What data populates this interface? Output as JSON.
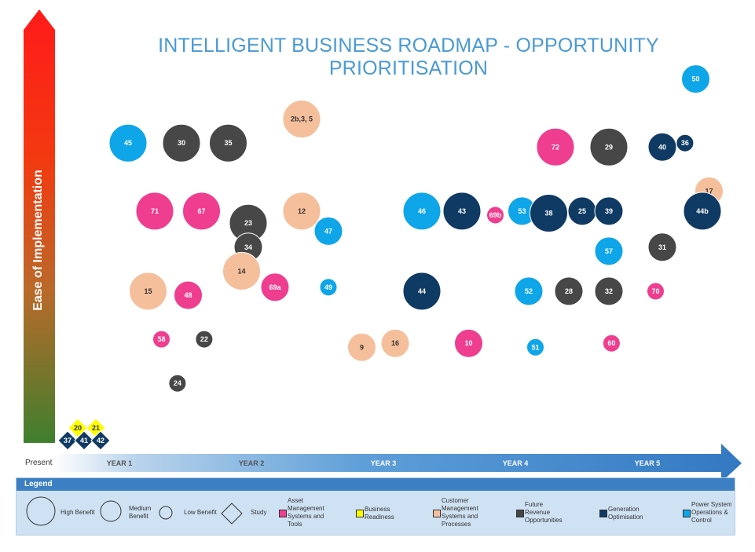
{
  "title": "INTELLIGENT BUSINESS ROADMAP - OPPORTUNITY PRIORITISATION",
  "y_axis_label": "Ease of Implementation",
  "x_axis": {
    "present_label": "Present",
    "years": [
      "YEAR 1",
      "YEAR 2",
      "YEAR 3",
      "YEAR 4",
      "YEAR 5"
    ]
  },
  "colors": {
    "asset_management": "#ef3d8f",
    "business_readiness": "#ffff00",
    "customer_management": "#f5bf9c",
    "future_revenue": "#474747",
    "generation_optimisation": "#0f3a63",
    "power_system": "#0ea5e9"
  },
  "chart_data": {
    "type": "scatter",
    "bubbles": [
      {
        "label": "45",
        "year": 1.0,
        "ease": 7.8,
        "benefit": "high",
        "category": "power_system"
      },
      {
        "label": "30",
        "year": 1.4,
        "ease": 7.8,
        "benefit": "high",
        "category": "future_revenue"
      },
      {
        "label": "35",
        "year": 1.75,
        "ease": 7.8,
        "benefit": "high",
        "category": "future_revenue"
      },
      {
        "label": "2b,3, 5",
        "year": 2.3,
        "ease": 8.4,
        "benefit": "high",
        "category": "customer_management"
      },
      {
        "label": "50",
        "year": 5.25,
        "ease": 9.4,
        "benefit": "medium",
        "category": "power_system"
      },
      {
        "label": "72",
        "year": 4.2,
        "ease": 7.7,
        "benefit": "high",
        "category": "asset_management"
      },
      {
        "label": "29",
        "year": 4.6,
        "ease": 7.7,
        "benefit": "high",
        "category": "future_revenue"
      },
      {
        "label": "40",
        "year": 5.0,
        "ease": 7.7,
        "benefit": "medium",
        "category": "generation_optimisation"
      },
      {
        "label": "36",
        "year": 5.17,
        "ease": 7.8,
        "benefit": "low",
        "category": "generation_optimisation"
      },
      {
        "label": "17",
        "year": 5.35,
        "ease": 6.6,
        "benefit": "medium",
        "category": "customer_management"
      },
      {
        "label": "71",
        "year": 1.2,
        "ease": 6.1,
        "benefit": "high",
        "category": "asset_management"
      },
      {
        "label": "67",
        "year": 1.55,
        "ease": 6.1,
        "benefit": "high",
        "category": "asset_management"
      },
      {
        "label": "23",
        "year": 1.9,
        "ease": 5.8,
        "benefit": "high",
        "category": "future_revenue"
      },
      {
        "label": "12",
        "year": 2.3,
        "ease": 6.1,
        "benefit": "high",
        "category": "customer_management"
      },
      {
        "label": "47",
        "year": 2.5,
        "ease": 5.6,
        "benefit": "medium",
        "category": "power_system"
      },
      {
        "label": "34",
        "year": 1.9,
        "ease": 5.2,
        "benefit": "medium",
        "category": "future_revenue"
      },
      {
        "label": "46",
        "year": 3.2,
        "ease": 6.1,
        "benefit": "high",
        "category": "power_system"
      },
      {
        "label": "43",
        "year": 3.5,
        "ease": 6.1,
        "benefit": "high",
        "category": "generation_optimisation"
      },
      {
        "label": "69b",
        "year": 3.75,
        "ease": 6.0,
        "benefit": "low",
        "category": "asset_management"
      },
      {
        "label": "53",
        "year": 3.95,
        "ease": 6.1,
        "benefit": "medium",
        "category": "power_system"
      },
      {
        "label": "38",
        "year": 4.15,
        "ease": 6.05,
        "benefit": "high",
        "category": "generation_optimisation"
      },
      {
        "label": "25",
        "year": 4.4,
        "ease": 6.1,
        "benefit": "medium",
        "category": "generation_optimisation"
      },
      {
        "label": "39",
        "year": 4.6,
        "ease": 6.1,
        "benefit": "medium",
        "category": "generation_optimisation"
      },
      {
        "label": "44b",
        "year": 5.3,
        "ease": 6.1,
        "benefit": "high",
        "category": "generation_optimisation"
      },
      {
        "label": "57",
        "year": 4.6,
        "ease": 5.1,
        "benefit": "medium",
        "category": "power_system"
      },
      {
        "label": "31",
        "year": 5.0,
        "ease": 5.2,
        "benefit": "medium",
        "category": "future_revenue"
      },
      {
        "label": "14",
        "year": 1.85,
        "ease": 4.6,
        "benefit": "high",
        "category": "customer_management"
      },
      {
        "label": "15",
        "year": 1.15,
        "ease": 4.1,
        "benefit": "high",
        "category": "customer_management"
      },
      {
        "label": "48",
        "year": 1.45,
        "ease": 4.0,
        "benefit": "medium",
        "category": "asset_management"
      },
      {
        "label": "69a",
        "year": 2.1,
        "ease": 4.2,
        "benefit": "medium",
        "category": "asset_management"
      },
      {
        "label": "49",
        "year": 2.5,
        "ease": 4.2,
        "benefit": "low",
        "category": "power_system"
      },
      {
        "label": "44",
        "year": 3.2,
        "ease": 4.1,
        "benefit": "high",
        "category": "generation_optimisation"
      },
      {
        "label": "52",
        "year": 4.0,
        "ease": 4.1,
        "benefit": "medium",
        "category": "power_system"
      },
      {
        "label": "28",
        "year": 4.3,
        "ease": 4.1,
        "benefit": "medium",
        "category": "future_revenue"
      },
      {
        "label": "32",
        "year": 4.6,
        "ease": 4.1,
        "benefit": "medium",
        "category": "future_revenue"
      },
      {
        "label": "70",
        "year": 4.95,
        "ease": 4.1,
        "benefit": "low",
        "category": "asset_management"
      },
      {
        "label": "58",
        "year": 1.25,
        "ease": 2.9,
        "benefit": "low",
        "category": "asset_management"
      },
      {
        "label": "22",
        "year": 1.57,
        "ease": 2.9,
        "benefit": "low",
        "category": "future_revenue"
      },
      {
        "label": "9",
        "year": 2.75,
        "ease": 2.7,
        "benefit": "medium",
        "category": "customer_management"
      },
      {
        "label": "16",
        "year": 3.0,
        "ease": 2.8,
        "benefit": "medium",
        "category": "customer_management"
      },
      {
        "label": "10",
        "year": 3.55,
        "ease": 2.8,
        "benefit": "medium",
        "category": "asset_management"
      },
      {
        "label": "51",
        "year": 4.05,
        "ease": 2.7,
        "benefit": "low",
        "category": "power_system"
      },
      {
        "label": "60",
        "year": 4.62,
        "ease": 2.8,
        "benefit": "low",
        "category": "asset_management"
      },
      {
        "label": "24",
        "year": 1.37,
        "ease": 1.8,
        "benefit": "low",
        "category": "future_revenue"
      }
    ],
    "studies": [
      {
        "label": "20",
        "category": "business_readiness"
      },
      {
        "label": "21",
        "category": "business_readiness"
      },
      {
        "label": "37",
        "category": "generation_optimisation"
      },
      {
        "label": "41",
        "category": "generation_optimisation"
      },
      {
        "label": "42",
        "category": "generation_optimisation"
      }
    ]
  },
  "legend": {
    "title": "Legend",
    "high_benefit": "High Benefit",
    "medium_benefit": "Medium\nBenefit",
    "low_benefit": "Low Benefit",
    "study": "Study",
    "asset_management": "Asset\nManagement\nSystems and\nTools",
    "business_readiness": "Business\nReadiness",
    "customer_management": "Customer\nManagement\nSystems and\nProcesses",
    "future_revenue": "Future\nRevenue\nOpportunities",
    "generation_optimisation": "Generation\nOptimisation",
    "power_system": "Power System\nOperations &\nControl"
  }
}
